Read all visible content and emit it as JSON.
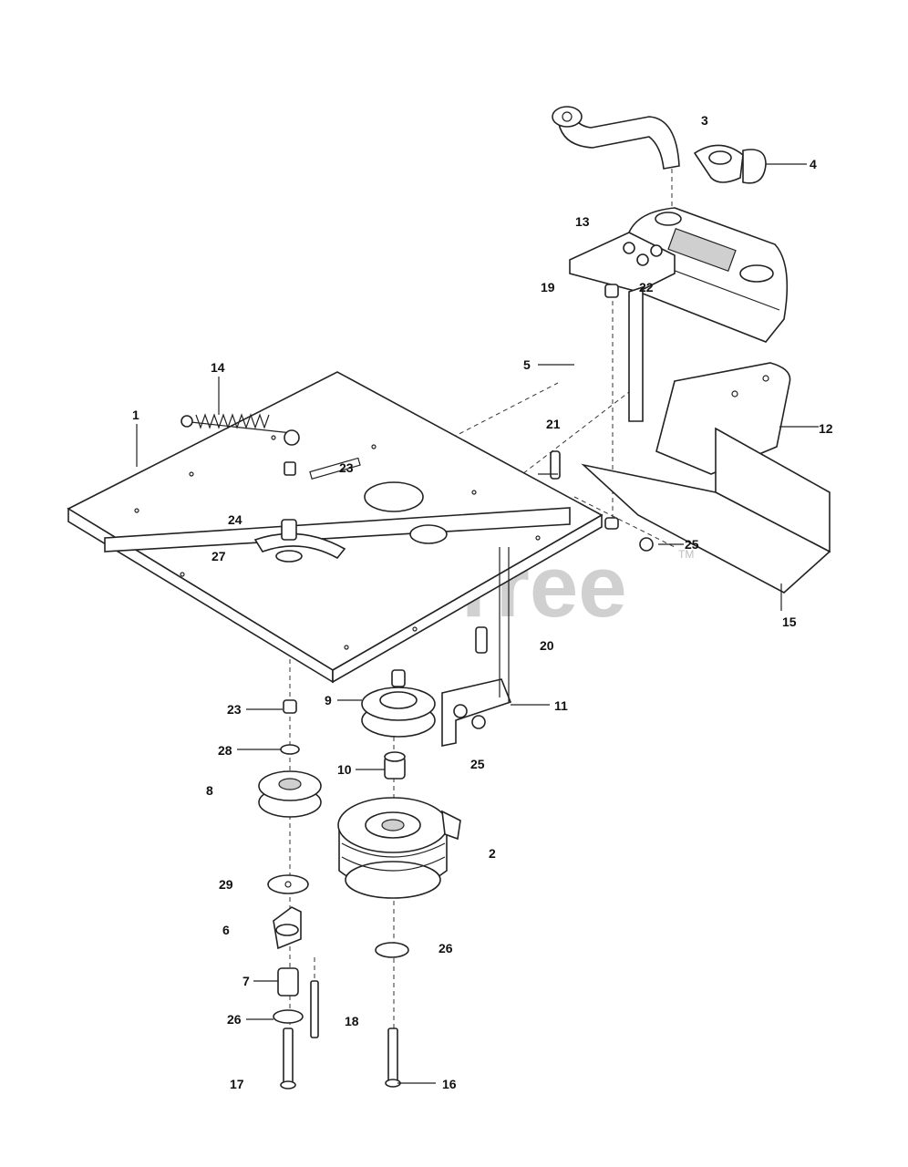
{
  "watermark": {
    "text": "PartsTree",
    "tm": "TM"
  },
  "callouts": [
    {
      "id": "1",
      "label": "1"
    },
    {
      "id": "2",
      "label": "2"
    },
    {
      "id": "3",
      "label": "3"
    },
    {
      "id": "4",
      "label": "4"
    },
    {
      "id": "5",
      "label": "5"
    },
    {
      "id": "6",
      "label": "6"
    },
    {
      "id": "7",
      "label": "7"
    },
    {
      "id": "8",
      "label": "8"
    },
    {
      "id": "9",
      "label": "9"
    },
    {
      "id": "10",
      "label": "10"
    },
    {
      "id": "11",
      "label": "11"
    },
    {
      "id": "12",
      "label": "12"
    },
    {
      "id": "13",
      "label": "13"
    },
    {
      "id": "14",
      "label": "14"
    },
    {
      "id": "15",
      "label": "15"
    },
    {
      "id": "16",
      "label": "16"
    },
    {
      "id": "17",
      "label": "17"
    },
    {
      "id": "18",
      "label": "18"
    },
    {
      "id": "19",
      "label": "19"
    },
    {
      "id": "20",
      "label": "20"
    },
    {
      "id": "21",
      "label": "21"
    },
    {
      "id": "22",
      "label": "22"
    },
    {
      "id": "23a",
      "label": "23"
    },
    {
      "id": "23b",
      "label": "23"
    },
    {
      "id": "24",
      "label": "24"
    },
    {
      "id": "25a",
      "label": "25"
    },
    {
      "id": "25b",
      "label": "25"
    },
    {
      "id": "26a",
      "label": "26"
    },
    {
      "id": "26b",
      "label": "26"
    },
    {
      "id": "27",
      "label": "27"
    },
    {
      "id": "28",
      "label": "28"
    },
    {
      "id": "29",
      "label": "29"
    }
  ]
}
